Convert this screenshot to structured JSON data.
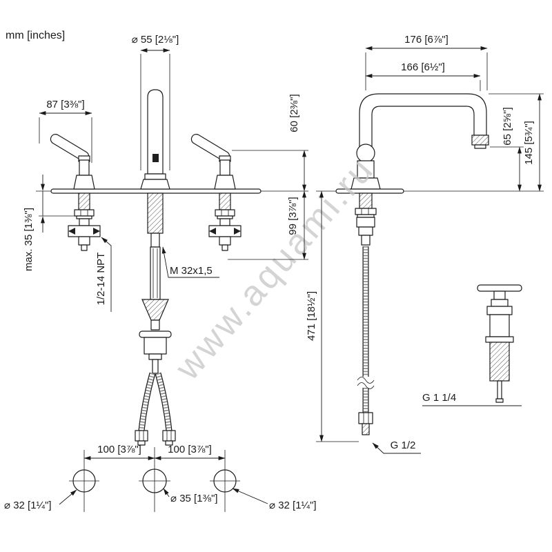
{
  "colors": {
    "line": "#1a1a1a",
    "background": "#ffffff",
    "watermark": "#c6c6c6"
  },
  "units_label": "mm [inches]",
  "watermark": "www.aquami.ru",
  "dims": {
    "spout_base_dia": "⌀ 55 [2⅛\"]",
    "handle_span": "87 [3⅜\"]",
    "spout_reach_outer": "176 [6⅞\"]",
    "spout_reach_center": "166 [6½\"]",
    "outlet_height": "60 [2⅜\"]",
    "under_deck_depth": "99 [3⅞\"]",
    "max_deck_thickness": "max. 35 [1⅜\"]",
    "center_thread": "M 32x1,5",
    "valve_thread": "1/2-14 NPT",
    "outlet_clearance": "65 [2⅝\"]",
    "total_height": "145 [5¾\"]",
    "hose_length": "471 [18½\"]",
    "hose_thread": "G 1/2",
    "waste_thread": "G 1 1/4",
    "hole_spacing_left": "100 [3⅞\"]",
    "hole_spacing_right": "100 [3⅞\"]",
    "hole_dia_left": "⌀ 32 [1¼\"]",
    "hole_dia_center": "⌀ 35 [1⅜\"]",
    "hole_dia_right": "⌀ 32 [1¼\"]"
  }
}
